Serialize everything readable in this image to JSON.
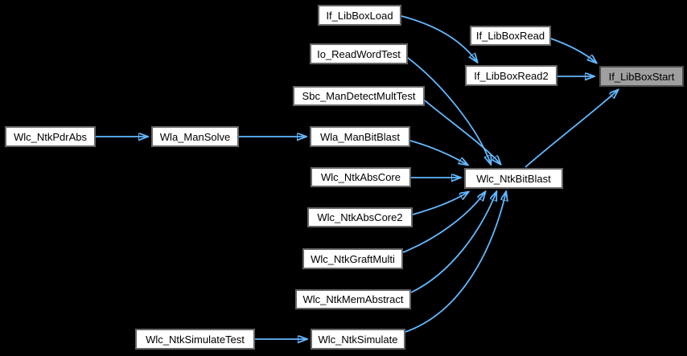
{
  "diagram": {
    "background": "#000000",
    "node_fill": "#ffffff",
    "node_border": "#666666",
    "highlight_fill": "#9f9f9f",
    "highlight_border": "#4d4d4d",
    "edge_color": "#63b8ff",
    "text_color": "#000000"
  },
  "graph_type": "doxygen-caller-graph",
  "highlighted_node": "If_LibBoxStart",
  "nodes": [
    {
      "label": "If_LibBoxLoad",
      "highlighted": false
    },
    {
      "label": "If_LibBoxRead",
      "highlighted": false
    },
    {
      "label": "If_LibBoxRead2",
      "highlighted": false
    },
    {
      "label": "If_LibBoxStart",
      "highlighted": true
    },
    {
      "label": "Io_ReadWordTest",
      "highlighted": false
    },
    {
      "label": "Sbc_ManDetectMultTest",
      "highlighted": false
    },
    {
      "label": "Wlc_NtkPdrAbs",
      "highlighted": false
    },
    {
      "label": "Wla_ManSolve",
      "highlighted": false
    },
    {
      "label": "Wla_ManBitBlast",
      "highlighted": false
    },
    {
      "label": "Wlc_NtkAbsCore",
      "highlighted": false
    },
    {
      "label": "Wlc_NtkBitBlast",
      "highlighted": false
    },
    {
      "label": "Wlc_NtkAbsCore2",
      "highlighted": false
    },
    {
      "label": "Wlc_NtkGraftMulti",
      "highlighted": false
    },
    {
      "label": "Wlc_NtkMemAbstract",
      "highlighted": false
    },
    {
      "label": "Wlc_NtkSimulateTest",
      "highlighted": false
    },
    {
      "label": "Wlc_NtkSimulate",
      "highlighted": false
    }
  ],
  "edges": [
    {
      "from": "If_LibBoxLoad",
      "to": "If_LibBoxRead2"
    },
    {
      "from": "If_LibBoxRead",
      "to": "If_LibBoxStart"
    },
    {
      "from": "If_LibBoxRead2",
      "to": "If_LibBoxStart"
    },
    {
      "from": "Wlc_NtkBitBlast",
      "to": "If_LibBoxStart"
    },
    {
      "from": "Io_ReadWordTest",
      "to": "Wlc_NtkBitBlast"
    },
    {
      "from": "Sbc_ManDetectMultTest",
      "to": "Wlc_NtkBitBlast"
    },
    {
      "from": "Wla_ManBitBlast",
      "to": "Wlc_NtkBitBlast"
    },
    {
      "from": "Wlc_NtkAbsCore",
      "to": "Wlc_NtkBitBlast"
    },
    {
      "from": "Wlc_NtkAbsCore2",
      "to": "Wlc_NtkBitBlast"
    },
    {
      "from": "Wlc_NtkGraftMulti",
      "to": "Wlc_NtkBitBlast"
    },
    {
      "from": "Wlc_NtkMemAbstract",
      "to": "Wlc_NtkBitBlast"
    },
    {
      "from": "Wlc_NtkSimulate",
      "to": "Wlc_NtkBitBlast"
    },
    {
      "from": "Wlc_NtkPdrAbs",
      "to": "Wla_ManSolve"
    },
    {
      "from": "Wla_ManSolve",
      "to": "Wla_ManBitBlast"
    },
    {
      "from": "Wlc_NtkSimulateTest",
      "to": "Wlc_NtkSimulate"
    }
  ]
}
